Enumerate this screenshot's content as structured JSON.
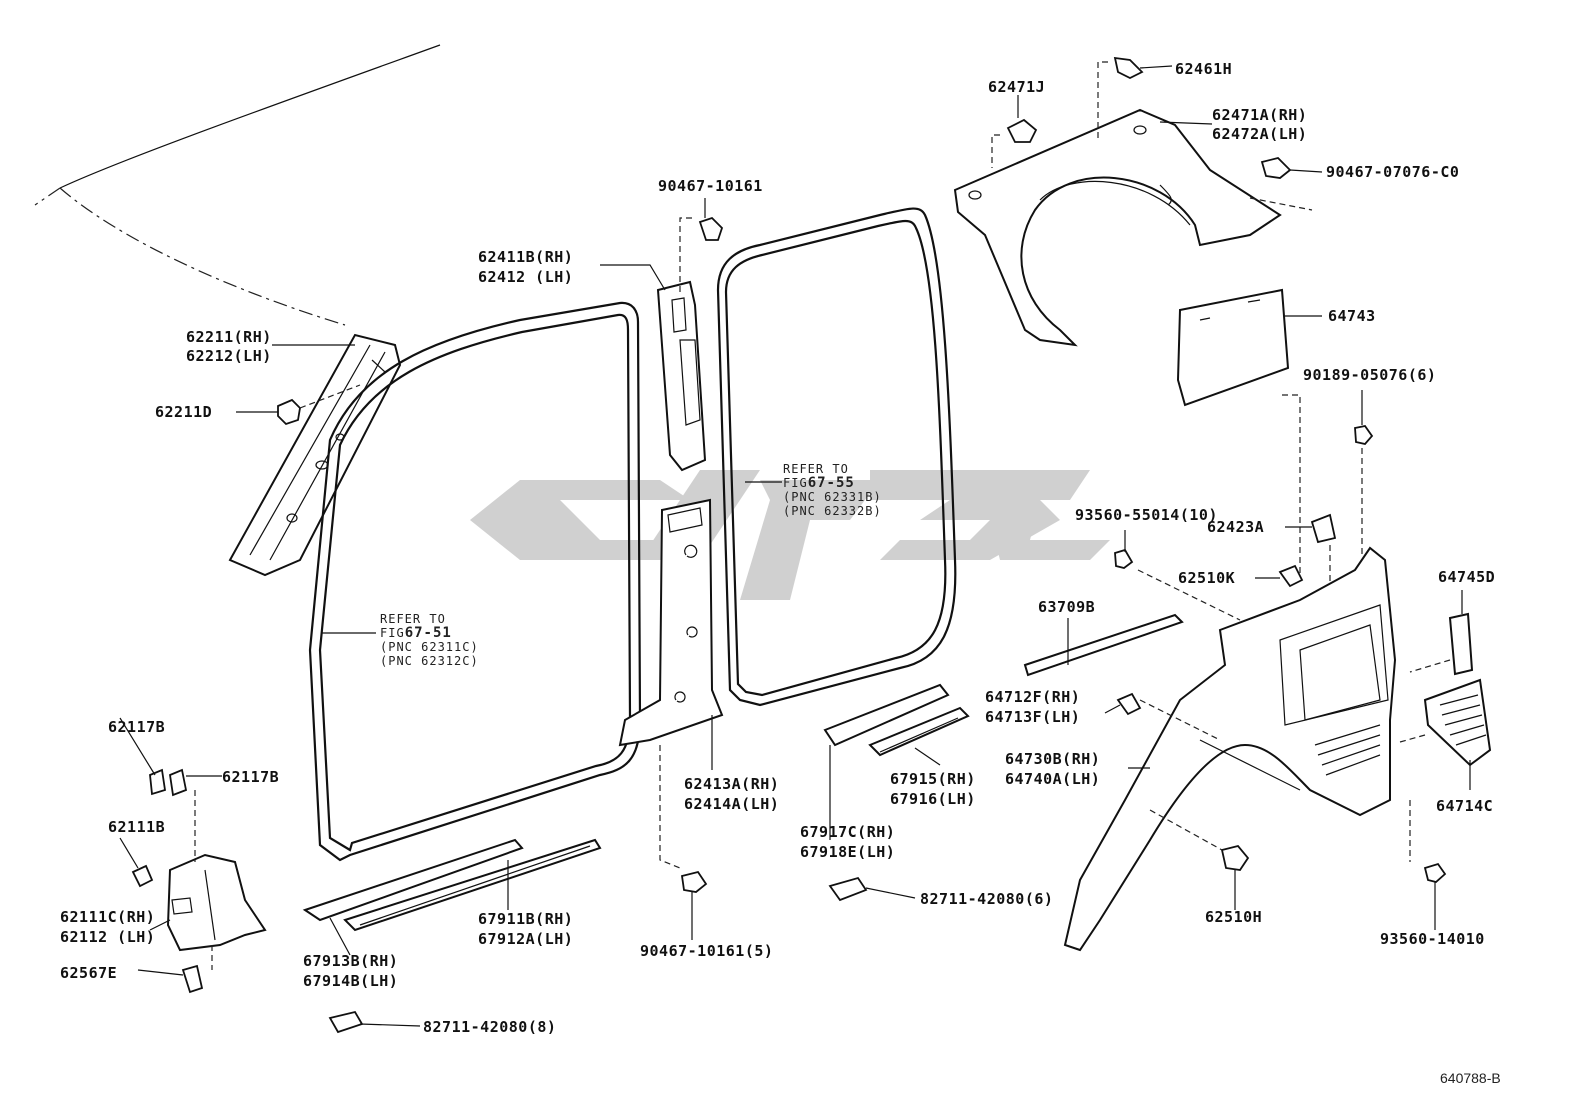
{
  "labels": {
    "p62461H": "62461H",
    "p62471J": "62471J",
    "p62471A": "62471A(RH)",
    "p62472A": "62472A(LH)",
    "p90467_07076": "90467-07076-C0",
    "p90467_10161_top": "90467-10161",
    "p62411B": "62411B(RH)",
    "p62412": "62412  (LH)",
    "p62211": "62211(RH)",
    "p62212": "62212(LH)",
    "p62211D": "62211D",
    "p64743": "64743",
    "p90189": "90189-05076(6)",
    "p93560_55014": "93560-55014(10)",
    "p62423A": "62423A",
    "p62510K": "62510K",
    "p63709B": "63709B",
    "p64745D": "64745D",
    "p64712F": "64712F(RH)",
    "p64713F": "64713F(LH)",
    "p64730B": "64730B(RH)",
    "p64740A": "64740A(LH)",
    "p67915": "67915(RH)",
    "p67916": "67916(LH)",
    "p64714C": "64714C",
    "p62413A": "62413A(RH)",
    "p62414A": "62414A(LH)",
    "p67917C": "67917C(RH)",
    "p67918E": "67918E(LH)",
    "p62117B_a": "62117B",
    "p62117B_b": "62117B",
    "p62111B": "62111B",
    "p62111C": "62111C(RH)",
    "p62112": "62112  (LH)",
    "p62567E": "62567E",
    "p67911B": "67911B(RH)",
    "p67912A": "67912A(LH)",
    "p67913B": "67913B(RH)",
    "p67914B": "67914B(LH)",
    "p82711_8": "82711-42080(8)",
    "p82711_6": "82711-42080(6)",
    "p90467_10161_5": "90467-10161(5)",
    "p62510H": "62510H",
    "p93560_14010": "93560-14010"
  },
  "refs": {
    "front": {
      "line1": "REFER TO",
      "fig_prefix": "FIG",
      "fig": "67-51",
      "pnc1": "(PNC 62311C)",
      "pnc2": "(PNC 62312C)"
    },
    "rear": {
      "line1": "REFER TO",
      "fig_prefix": "FIG",
      "fig": "67-55",
      "pnc1": "(PNC 62331B)",
      "pnc2": "(PNC 62332B)"
    }
  },
  "drawing_number": "640788-B",
  "colors": {
    "line": "#111111",
    "watermark": "#c8c8c8",
    "background": "#ffffff"
  }
}
